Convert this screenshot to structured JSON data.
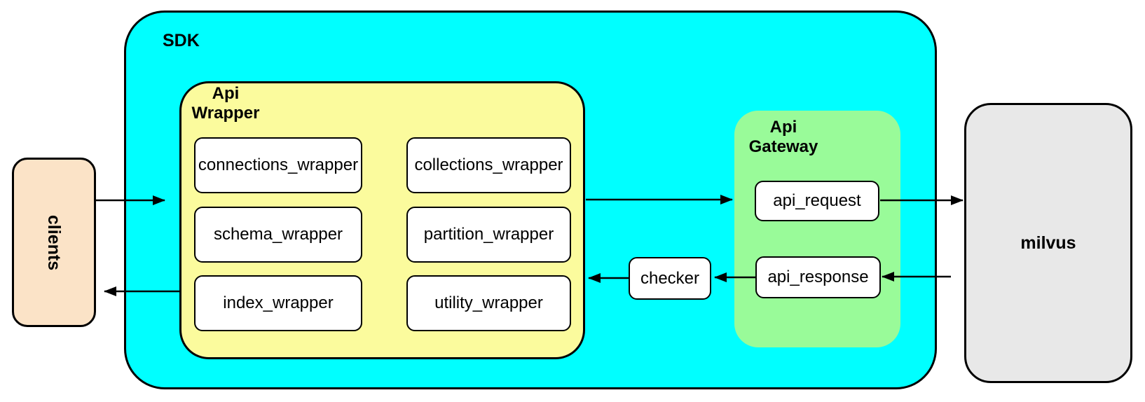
{
  "diagram": {
    "clients": {
      "label": "clients"
    },
    "sdk": {
      "label": "SDK"
    },
    "api_wrapper": {
      "label": "Api\nWrapper",
      "boxes": [
        {
          "label": "connections_wrapper"
        },
        {
          "label": "collections_wrapper"
        },
        {
          "label": "schema_wrapper"
        },
        {
          "label": "partition_wrapper"
        },
        {
          "label": "index_wrapper"
        },
        {
          "label": "utility_wrapper"
        }
      ]
    },
    "checker": {
      "label": "checker"
    },
    "api_gateway": {
      "label": "Api\nGateway",
      "boxes": [
        {
          "label": "api_request"
        },
        {
          "label": "api_response"
        }
      ]
    },
    "milvus": {
      "label": "milvus"
    },
    "colors": {
      "sdk_fill": "#00ffff",
      "api_wrapper_fill": "#fbfb9d",
      "api_gateway_fill": "#99fb99",
      "clients_fill": "#fbe3c7",
      "milvus_fill": "#e8e8e8",
      "inner_box_fill": "#ffffff",
      "stroke": "#000000"
    }
  }
}
